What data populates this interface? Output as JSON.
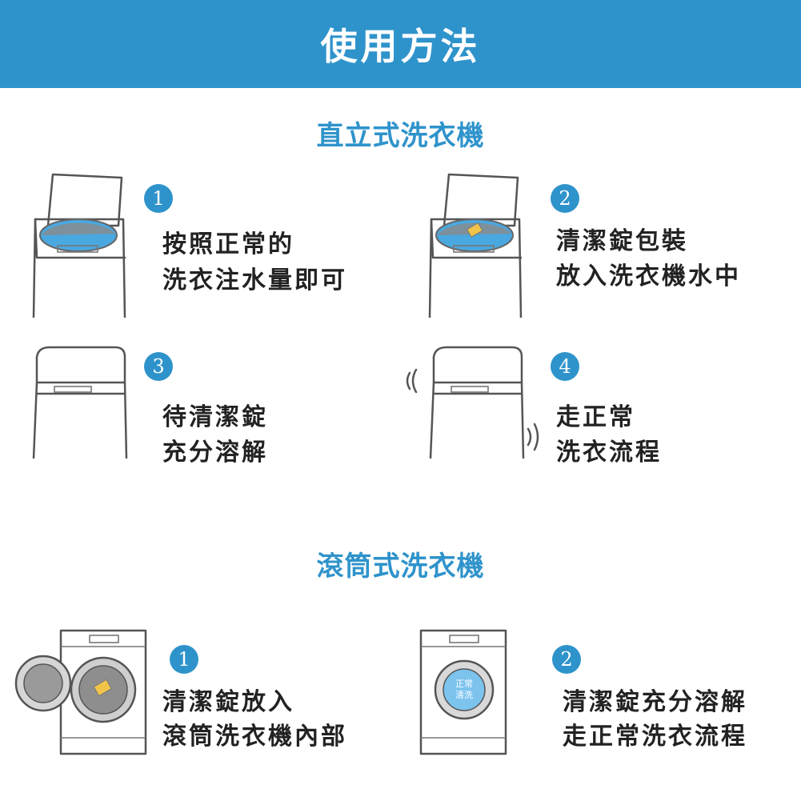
{
  "header": {
    "title": "使用方法"
  },
  "top_loader": {
    "title": "直立式洗衣機",
    "steps": [
      {
        "number": "1",
        "line1": "按照正常的",
        "line2": "洗衣注水量即可"
      },
      {
        "number": "2",
        "line1": "清潔錠包裝",
        "line2": "放入洗衣機水中"
      },
      {
        "number": "3",
        "line1": "待清潔錠",
        "line2": "充分溶解"
      },
      {
        "number": "4",
        "line1": "走正常",
        "line2": "洗衣流程"
      }
    ]
  },
  "front_loader": {
    "title": "滾筒式洗衣機",
    "steps": [
      {
        "number": "1",
        "line1": "清潔錠放入",
        "line2": "滾筒洗衣機內部"
      },
      {
        "number": "2",
        "line1": "清潔錠充分溶解",
        "line2": "走正常洗衣流程"
      }
    ],
    "door_label": {
      "line1": "正常",
      "line2": "清洗"
    }
  },
  "colors": {
    "accent": "#2f93cb",
    "water": "#4aa8e0",
    "tablet": "#f0c44a"
  }
}
